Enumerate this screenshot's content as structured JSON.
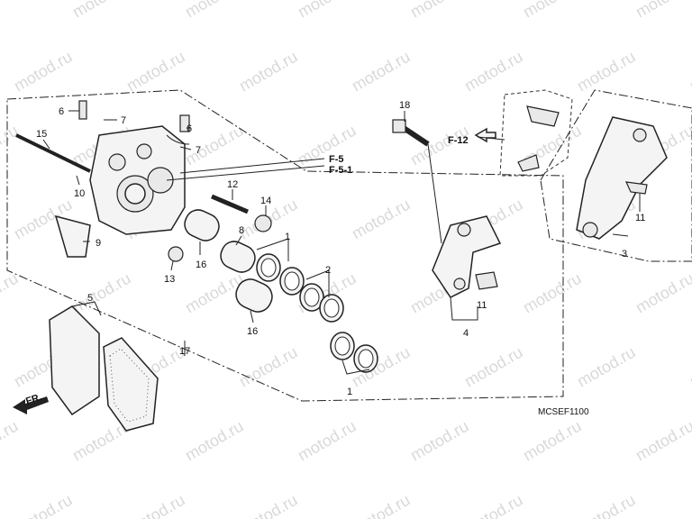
{
  "watermark": "motod.ru",
  "callouts": [
    "6",
    "7",
    "6",
    "7",
    "15",
    "10",
    "12",
    "14",
    "9",
    "8",
    "1",
    "13",
    "16",
    "2",
    "16",
    "5",
    "17",
    "1",
    "18",
    "11",
    "4",
    "11",
    "3"
  ],
  "refs": [
    "F-5",
    "F-5-1",
    "F-12"
  ],
  "direction_label": "FR.",
  "diagram_code": "MCSEF1100"
}
